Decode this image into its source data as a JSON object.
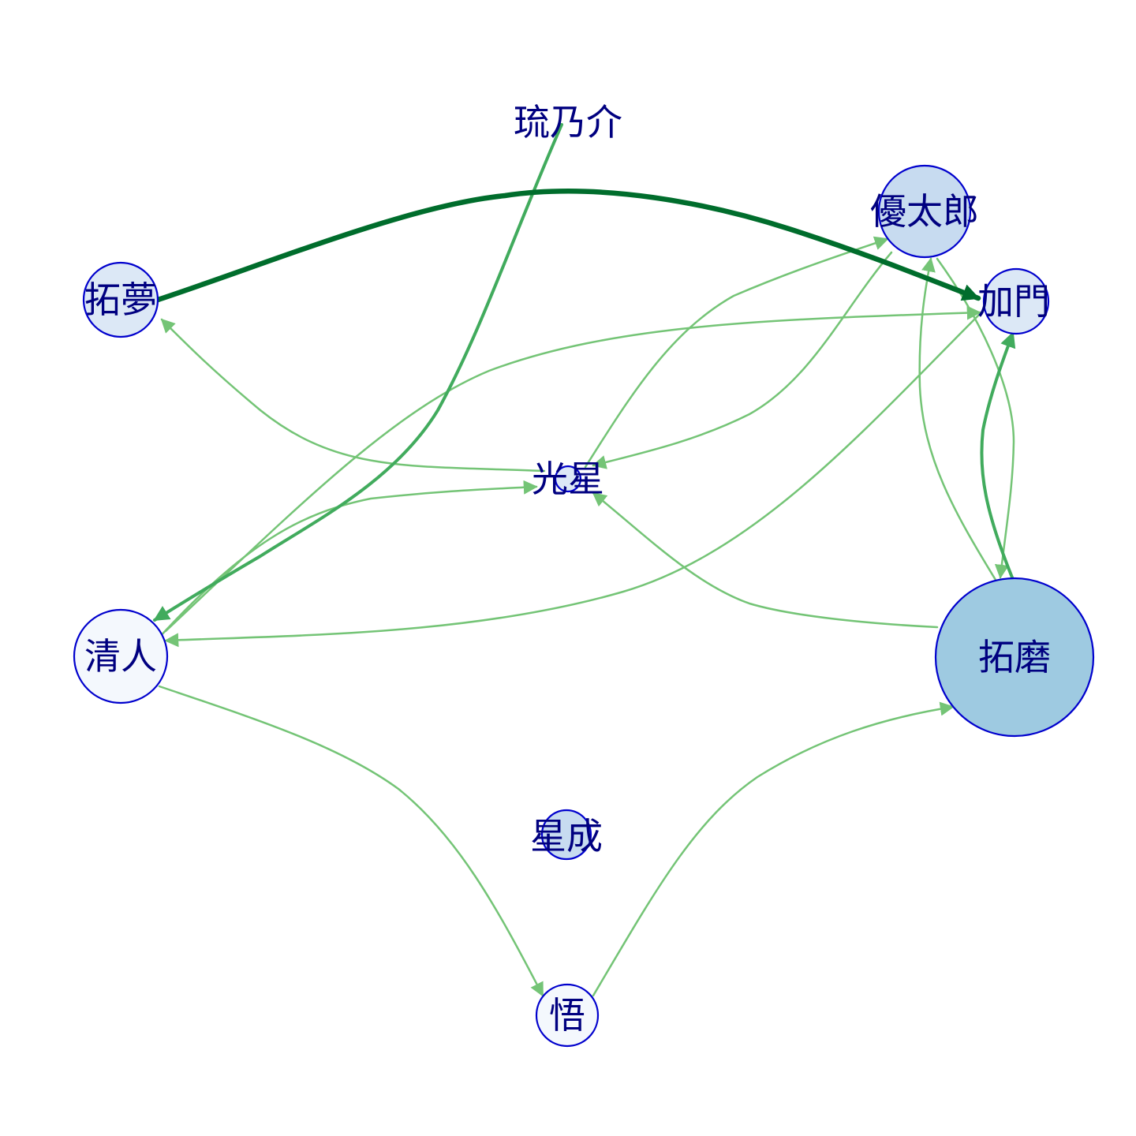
{
  "palette": {
    "node_stroke": "#0000cd",
    "label_color": "#000080",
    "node_fill_light": "#f4f8fd",
    "node_fill_mid": "#dce8f6",
    "node_fill_dark": "#c7dbf0",
    "node_fill_strong": "#9ecae1",
    "edge_light": "#74c476",
    "edge_mid": "#41ab5d",
    "edge_dark": "#006d2c"
  },
  "nodes": [
    {
      "id": "n-ryunosuke",
      "label": "琉乃介",
      "size": 0,
      "fill": "none"
    },
    {
      "id": "n-yutaro",
      "label": "優太郎",
      "size": 58,
      "fill": "#c7dbf0"
    },
    {
      "id": "n-takumu",
      "label": "拓夢",
      "size": 47,
      "fill": "#dce8f6"
    },
    {
      "id": "n-kamon",
      "label": "加門",
      "size": 41,
      "fill": "#dce8f6"
    },
    {
      "id": "n-kosei",
      "label": "光星",
      "size": 16,
      "fill": "#dce8f6"
    },
    {
      "id": "n-kiyoto",
      "label": "清人",
      "size": 59,
      "fill": "#f4f8fd"
    },
    {
      "id": "n-takuma",
      "label": "拓磨",
      "size": 100,
      "fill": "#9ecae1"
    },
    {
      "id": "n-seina",
      "label": "星成",
      "size": 17,
      "fill": "#c7dbf0"
    },
    {
      "id": "n-satoru",
      "label": "悟",
      "size": 39,
      "fill": "#f4f8fd"
    }
  ],
  "edges": [
    {
      "from": "拓夢",
      "to": "加門",
      "weight": 3,
      "color": "#006d2c"
    },
    {
      "from": "琉乃介",
      "to": "清人",
      "weight": 2,
      "color": "#41ab5d"
    },
    {
      "from": "拓磨",
      "to": "加門",
      "weight": 2,
      "color": "#41ab5d"
    },
    {
      "from": "光星",
      "to": "拓夢",
      "weight": 1,
      "color": "#74c476"
    },
    {
      "from": "清人",
      "to": "光星",
      "weight": 1,
      "color": "#74c476"
    },
    {
      "from": "清人",
      "to": "加門",
      "weight": 1,
      "color": "#74c476"
    },
    {
      "from": "光星",
      "to": "優太郎",
      "weight": 1,
      "color": "#74c476"
    },
    {
      "from": "優太郎",
      "to": "光星",
      "weight": 1,
      "color": "#74c476"
    },
    {
      "from": "加門",
      "to": "清人",
      "weight": 1,
      "color": "#74c476"
    },
    {
      "from": "拓磨",
      "to": "光星",
      "weight": 1,
      "color": "#74c476"
    },
    {
      "from": "拓磨",
      "to": "優太郎",
      "weight": 1,
      "color": "#74c476"
    },
    {
      "from": "優太郎",
      "to": "拓磨",
      "weight": 1,
      "color": "#74c476"
    },
    {
      "from": "清人",
      "to": "悟",
      "weight": 1,
      "color": "#74c476"
    },
    {
      "from": "悟",
      "to": "拓磨",
      "weight": 1,
      "color": "#74c476"
    }
  ]
}
